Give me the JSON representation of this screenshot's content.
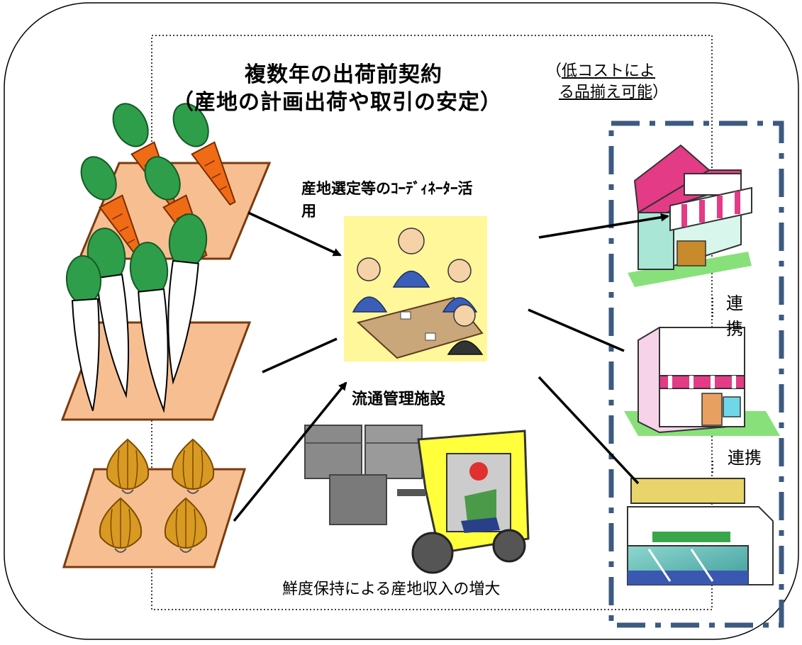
{
  "title": {
    "line1": "複数年の出荷前契約",
    "line2": "（産地の計画出荷や取引の安定）"
  },
  "side_note": {
    "paren_open": "（",
    "line1_underlined": "低コストによ",
    "line2_underlined": "る品揃え可能",
    "paren_close": "）"
  },
  "coordinator": {
    "label_line1": "産地選定等のｺｰﾃﾞｨﾈｰﾀｰ活",
    "label_line2": "用"
  },
  "facility": {
    "label": "流通管理施設"
  },
  "caption": {
    "label": "鮮度保持による産地収入の増大"
  },
  "cooperation": {
    "label_vertical_1": "連",
    "label_vertical_2": "携",
    "label_horizontal": "連携"
  },
  "colors": {
    "field": "#f7bf91",
    "field_border": "#7a3b10",
    "carrot": "#f06b16",
    "leaf": "#2e9e4a",
    "onion": "#d99a23",
    "store_frame": "#3d5a80",
    "meeting_bg": "#fff79a"
  },
  "icons": {
    "carrots": "carrot-icon",
    "daikon": "daikon-icon",
    "onions": "onion-icon",
    "meeting": "business-meeting-icon",
    "forklift": "forklift-icon",
    "store1": "shop-house-icon",
    "store2": "convenience-store-icon",
    "store3": "supermarket-icon"
  }
}
